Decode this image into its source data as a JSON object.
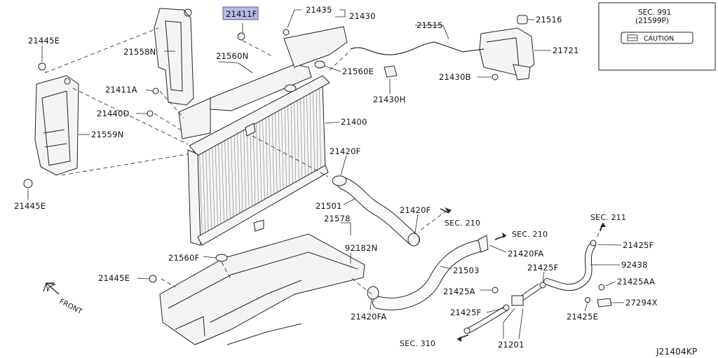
{
  "labels": {
    "p21411F": "21411F",
    "p21435": "21435",
    "p21430": "21430",
    "p21515": "21515",
    "p21516": "21516",
    "p21445E_top": "21445E",
    "p21558N": "21558N",
    "p21560N": "21560N",
    "p21560E": "21560E",
    "p21721": "21721",
    "p21430B": "21430B",
    "p21411A": "21411A",
    "p21430H": "21430H",
    "p21440D": "21440D",
    "p21400": "21400",
    "p21559N": "21559N",
    "p21420F_a": "21420F",
    "p21445E_left": "21445E",
    "p21501": "21501",
    "p21420F_b": "21420F",
    "sec210_a": "SEC. 210",
    "sec211": "SEC. 211",
    "p21578": "21578",
    "sec210_b": "SEC. 210",
    "p92182N": "92182N",
    "p21425F_a": "21425F",
    "p21420FA_a": "21420FA",
    "p21560F": "21560F",
    "p21503": "21503",
    "p92438": "92438",
    "p21425F_b": "21425F",
    "p21445E_bottom": "21445E",
    "p21425AA": "21425AA",
    "p21425A": "21425A",
    "p27294X": "27294X",
    "front": "FRONT",
    "p21425F_c": "21425F",
    "p21425E": "21425E",
    "p21420FA_b": "21420FA",
    "sec310": "SEC. 310",
    "p21201": "21201",
    "diagram_id": "J21404KP"
  },
  "caution_box": {
    "sec_line": "SEC. 991",
    "part_line": "(21599P)",
    "caution_text": "CAUTION"
  },
  "highlight_color": "#b7b9e6"
}
